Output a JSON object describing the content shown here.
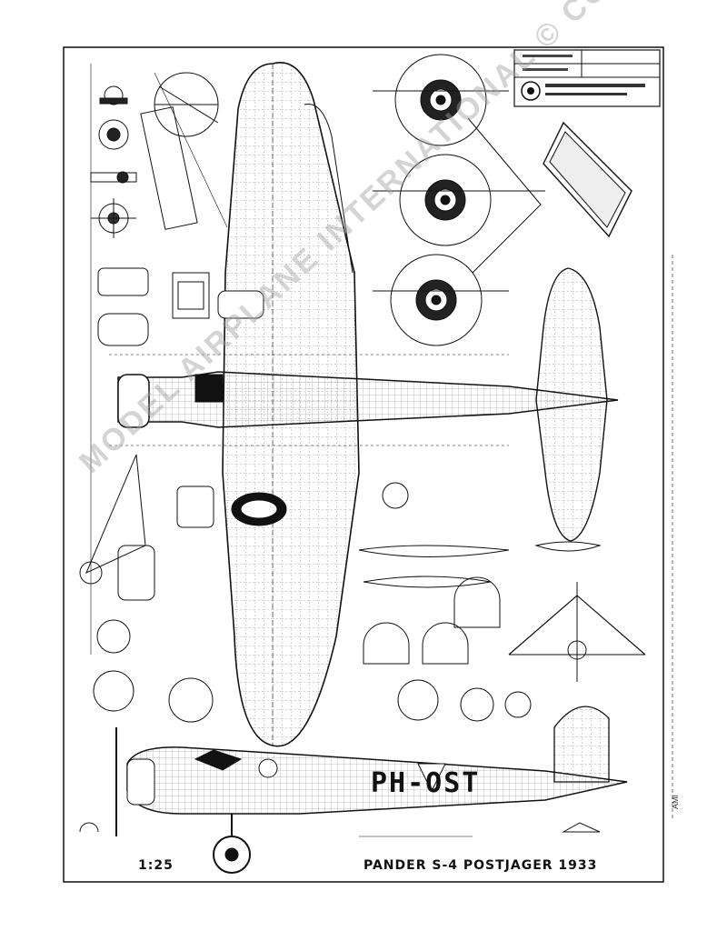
{
  "sheet": {
    "scale": "1:25",
    "title": "PANDER S-4  POSTJAGER 1933",
    "registration": "PH-OST",
    "watermark": "MODEL AIRPLANE INTERNATIONAL © COPYRIGHT",
    "side_code": "AMI"
  },
  "colors": {
    "line": "#111111",
    "paper": "#ffffff",
    "watermark": "#a0a0a0"
  }
}
